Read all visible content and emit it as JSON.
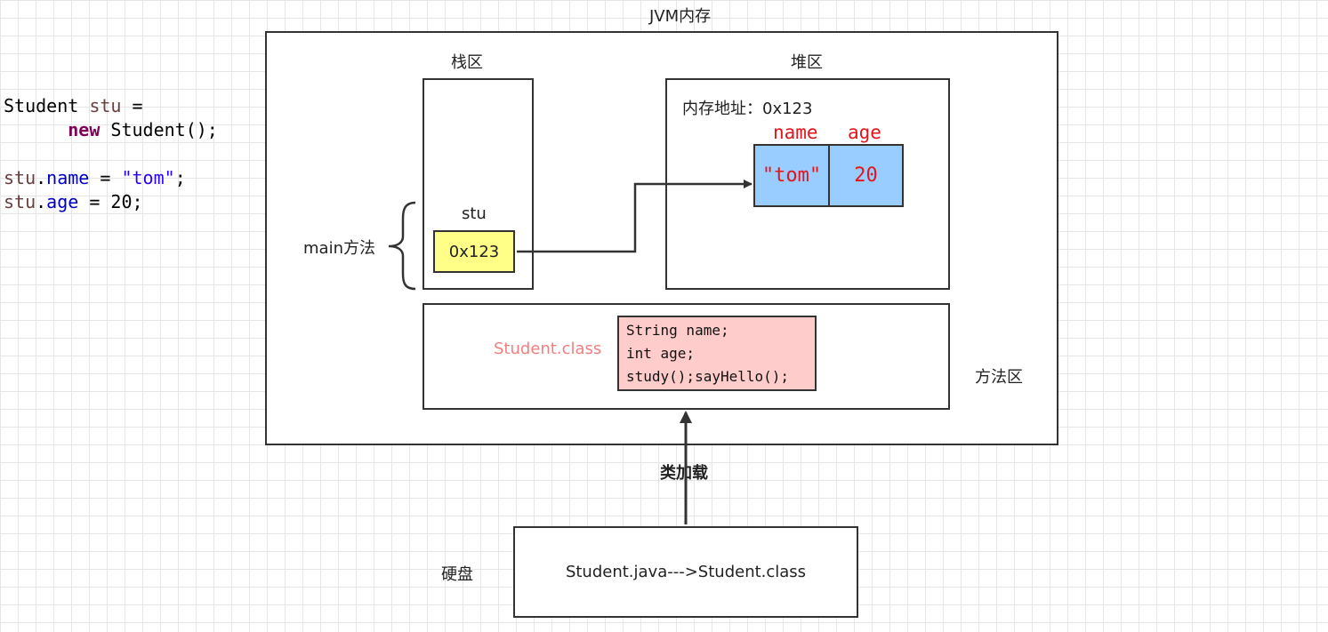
{
  "code": {
    "line1_type": "Student",
    "line1_var": "stu",
    "line1_eq": " =",
    "line2_kw": "new",
    "line2_rest": " Student();",
    "line4_var": "stu",
    "line4_dot": ".",
    "line4_field": "name",
    "line4_eq": " = ",
    "line4_str": "\"tom\"",
    "line4_end": ";",
    "line5_var": "stu",
    "line5_dot": ".",
    "line5_field": "age",
    "line5_rest": " = 20;"
  },
  "jvm": {
    "title": "JVM内存"
  },
  "stack": {
    "title": "栈区",
    "var_label": "stu",
    "ref_value": "0x123",
    "frame_label": "main方法"
  },
  "heap": {
    "title": "堆区",
    "address": "内存地址：0x123",
    "fields": [
      {
        "name": "name",
        "value": "\"tom\""
      },
      {
        "name": "age",
        "value": "20"
      }
    ]
  },
  "method_area": {
    "title": "方法区",
    "class_name": "Student.class",
    "members": [
      "String name;",
      "int age;",
      "study();sayHello();"
    ]
  },
  "class_loading": {
    "label": "类加载"
  },
  "disk": {
    "title": "硬盘",
    "file_text": "Student.java--->Student.class"
  }
}
